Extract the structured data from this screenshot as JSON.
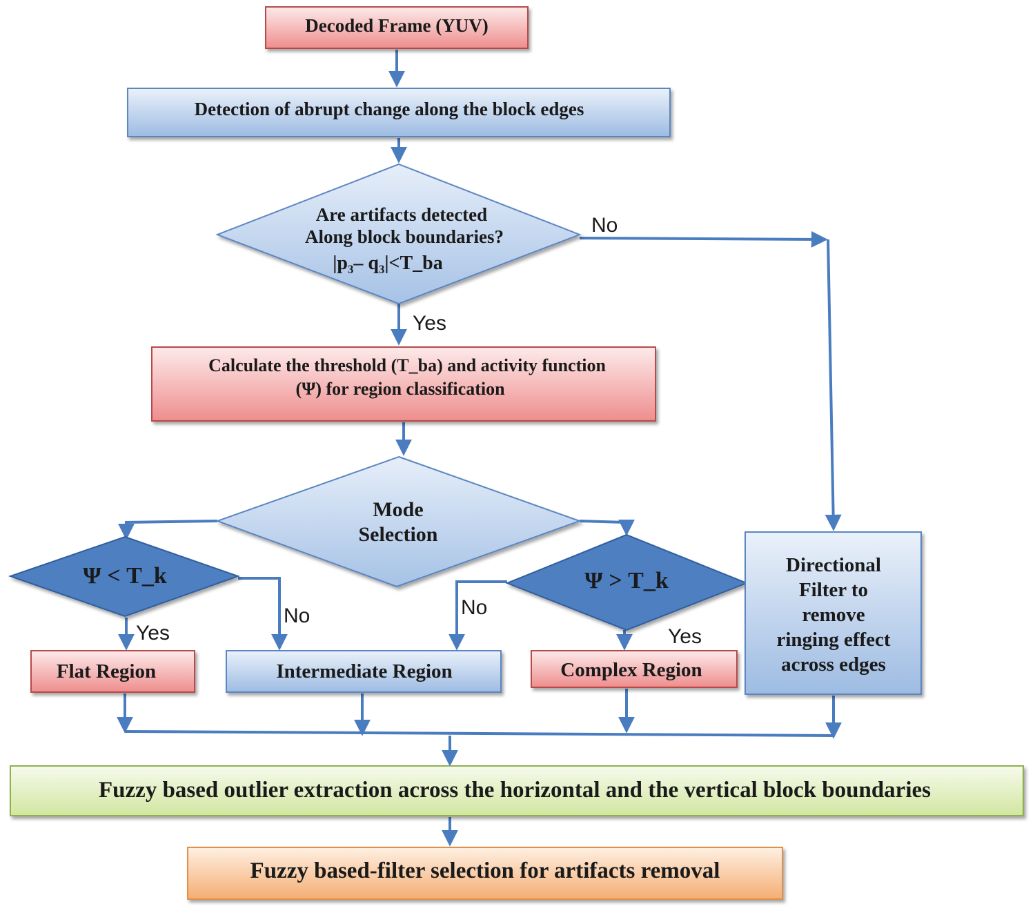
{
  "nodes": {
    "decoded_frame": "Decoded Frame (YUV)",
    "detection": "Detection of abrupt change along the block edges",
    "decision_artifacts": {
      "line1": "Are artifacts detected",
      "line2": "Along block boundaries?",
      "formula": "|p₃– q₃|<T_ba"
    },
    "calculate": {
      "line1": "Calculate the threshold (T_ba) and activity function",
      "line2": "(Ψ) for region classification"
    },
    "mode_selection": {
      "line1": "Mode",
      "line2": "Selection"
    },
    "decision_flat": "Ψ < T_k",
    "decision_complex": "Ψ > T_k",
    "flat_region": "Flat Region",
    "intermediate_region": "Intermediate Region",
    "complex_region": "Complex Region",
    "directional_filter": {
      "line1": "Directional",
      "line2": "Filter to",
      "line3": "remove",
      "line4": "ringing effect",
      "line5": "across edges"
    },
    "fuzzy_outlier": "Fuzzy based outlier extraction across the horizontal and the vertical block boundaries",
    "fuzzy_filter": "Fuzzy based-filter selection for artifacts removal"
  },
  "edge_labels": {
    "no_artifacts": "No",
    "yes_artifacts": "Yes",
    "no_flat": "No",
    "yes_flat": "Yes",
    "no_complex": "No",
    "yes_complex": "Yes"
  },
  "colors": {
    "red_fill_top": "#fbe3e3",
    "red_fill_bottom": "#ee8f8f",
    "blue_fill_top": "#e6eef9",
    "blue_fill_bottom": "#9fbde3",
    "dark_diamond": "#4d7fc1",
    "green_fill_top": "#f3f8e4",
    "green_fill_bottom": "#d6e8a8",
    "orange_fill_top": "#fde6cf",
    "orange_fill_bottom": "#f6b27a",
    "arrow": "#4a7cc0"
  }
}
